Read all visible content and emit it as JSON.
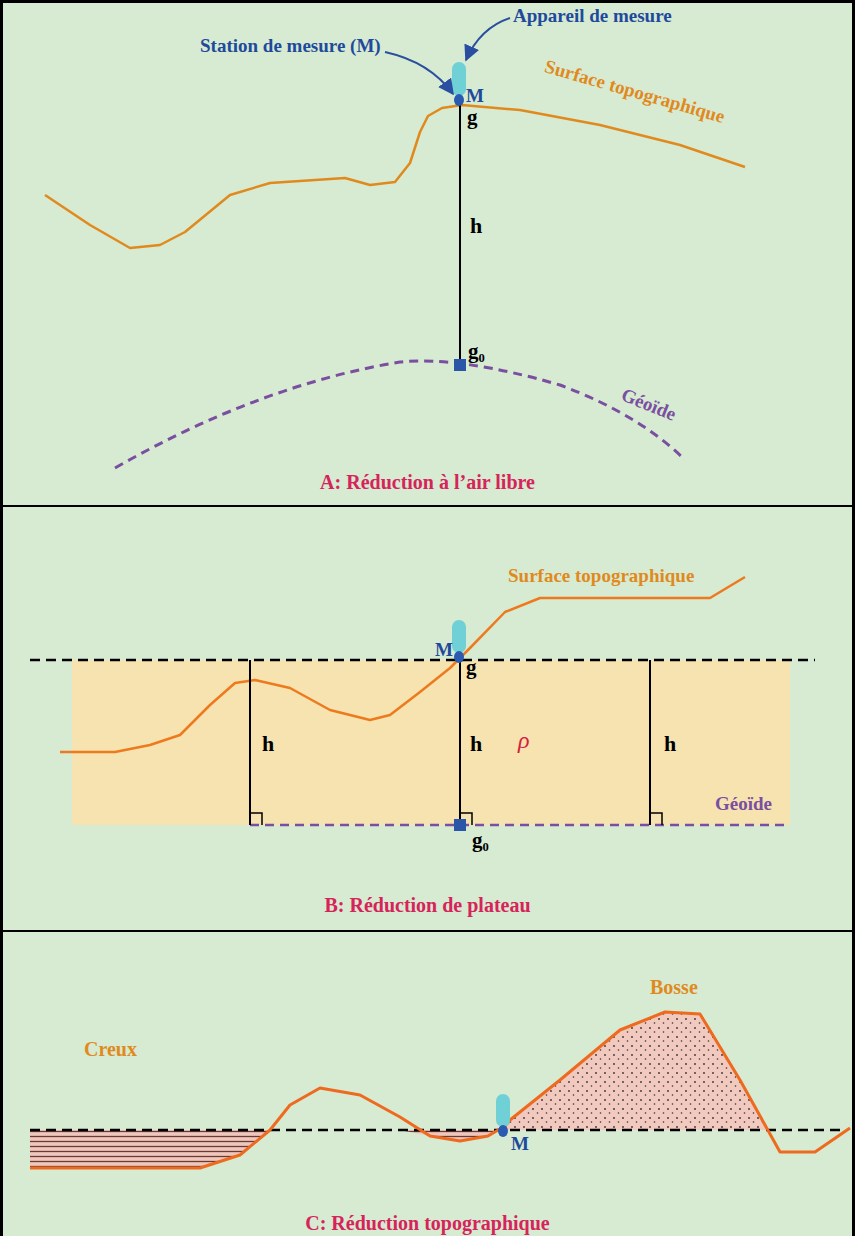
{
  "diagram": {
    "nodes": [
      {
        "text": [
          "A: Réduction à l’air libre"
        ]
      },
      {
        "text": [
          "B: Réduction de plateau"
        ]
      },
      {
        "text": [
          "C: Réduction topographique"
        ]
      }
    ],
    "labels": [
      "Station de mesure (M)",
      "Appareil de mesure",
      "M",
      "g",
      "Surface topographique",
      "h",
      "g₀",
      "Géoïde",
      "M",
      "g",
      "Surface topographique",
      "h",
      "h",
      "ρ",
      "h",
      "g₀",
      "Géoïde",
      "Creux",
      "Bosse",
      "M"
    ]
  }
}
